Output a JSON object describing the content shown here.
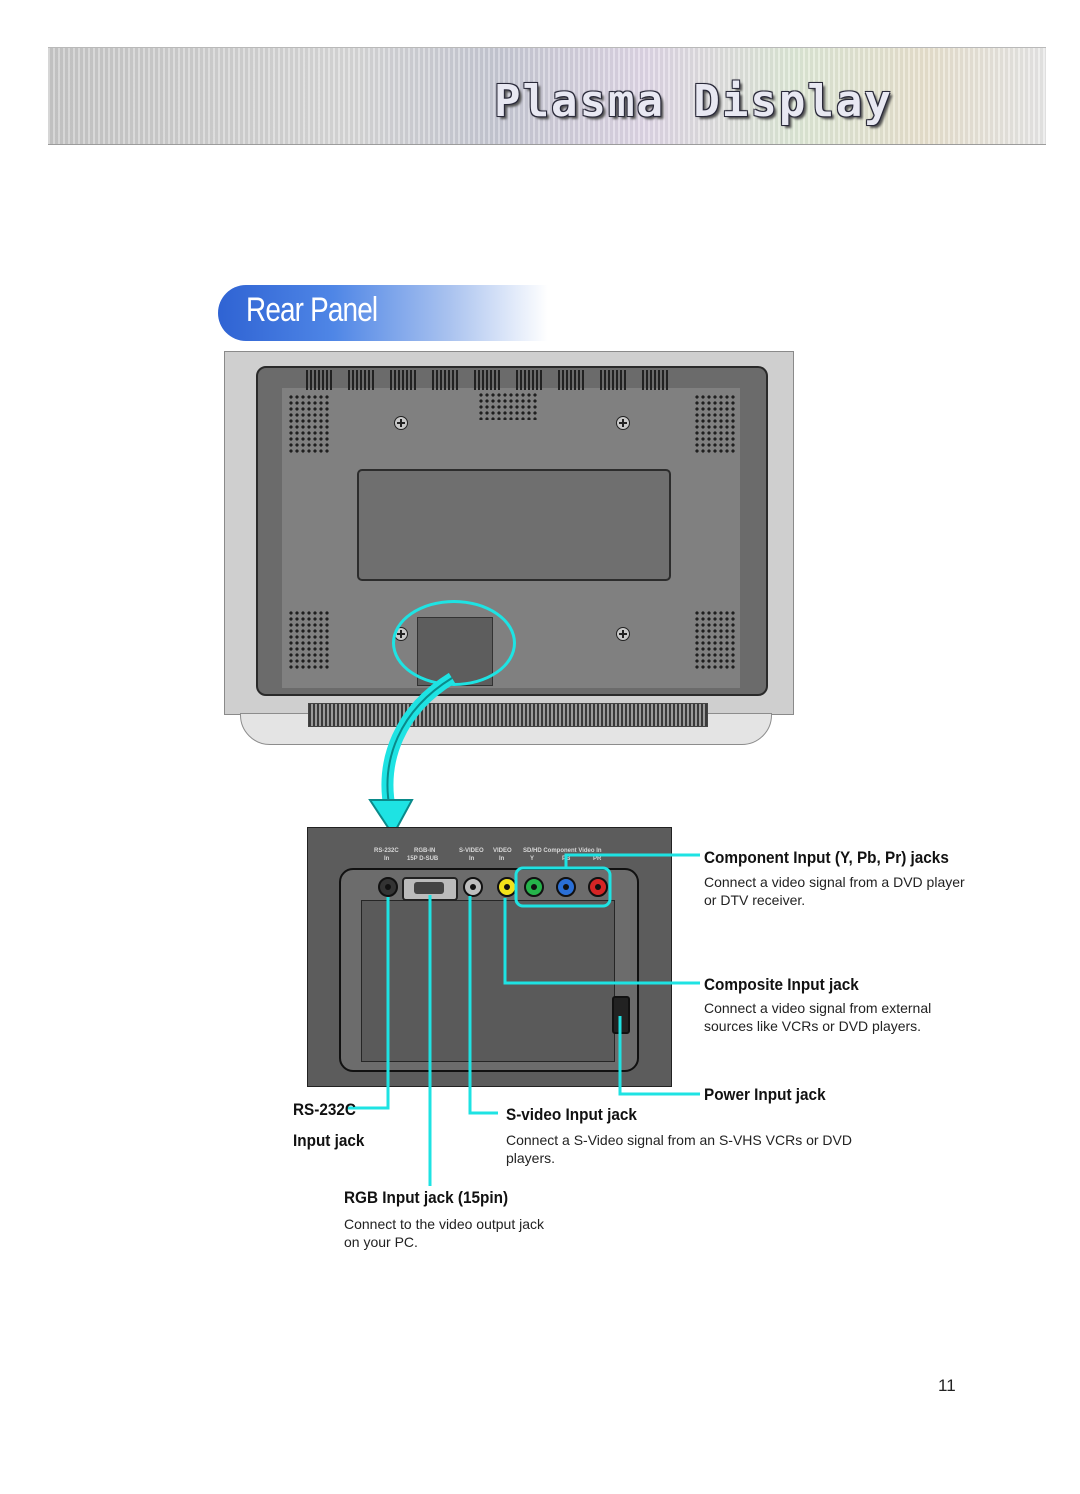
{
  "header": {
    "title": "Plasma Display"
  },
  "section": {
    "title": "Rear Panel"
  },
  "panel_labels": {
    "rs232c": "RS-232C",
    "rgb_in": "RGB-IN",
    "svideo": "S-VIDEO",
    "video": "VIDEO",
    "component": "SD/HD Component Video In",
    "in": "In",
    "dsub": "15P D-SUB",
    "y": "Y",
    "pb": "PB",
    "pr": "PR"
  },
  "callouts": {
    "component": {
      "title": "Component Input (Y, Pb, Pr) jacks",
      "desc": "Connect a video signal from a DVD player or DTV receiver."
    },
    "composite": {
      "title": "Composite Input jack",
      "desc": "Connect a video signal from external sources like VCRs or DVD players."
    },
    "power": {
      "title": "Power Input jack"
    },
    "rs232c": {
      "title_line1": "RS-232C",
      "title_line2": "Input jack"
    },
    "svideo": {
      "title": "S-video Input jack",
      "desc": "Connect a S-Video signal from an S-VHS VCRs or DVD players."
    },
    "rgb": {
      "title": "RGB Input jack (15pin)",
      "desc": "Connect to the video output jack on your PC."
    }
  },
  "colors": {
    "callout_line": "#1ee3e3",
    "section_blue": "#2f63d3",
    "jack_yellow": "#f2e21a",
    "jack_green": "#25b34a",
    "jack_blue": "#2a6fd6",
    "jack_red": "#d62525"
  },
  "page": {
    "number": "11"
  }
}
